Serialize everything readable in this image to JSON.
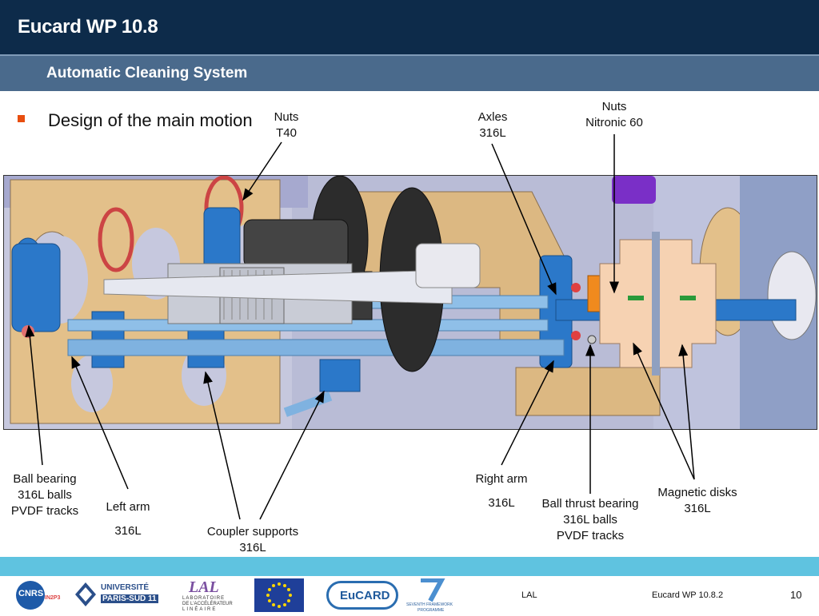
{
  "header": {
    "title": "Eucard WP 10.8",
    "subtitle": "Automatic Cleaning System"
  },
  "content": {
    "bullet": "Design of the main motion"
  },
  "labels": {
    "nuts_t40": {
      "line1": "Nuts",
      "line2": "T40"
    },
    "axles": {
      "line1": "Axles",
      "line2": "316L"
    },
    "nuts_nitronic": {
      "line1": "Nuts",
      "line2": "Nitronic 60"
    },
    "ball_bearing": {
      "line1": "Ball bearing",
      "line2": "316L balls",
      "line3": "PVDF tracks"
    },
    "left_arm": {
      "line1": "Left arm",
      "line2": "316L"
    },
    "coupler": {
      "line1": "Coupler supports",
      "line2": "316L"
    },
    "right_arm": {
      "line1": "Right arm",
      "line2": "316L"
    },
    "thrust": {
      "line1": "Ball thrust bearing",
      "line2": "316L balls",
      "line3": "PVDF tracks"
    },
    "magnetic": {
      "line1": "Magnetic disks",
      "line2": "316L"
    }
  },
  "footer": {
    "left": "LAL",
    "center": "Eucard WP 10.8.2",
    "page": "10"
  },
  "logos": {
    "cnrs": "CNRS",
    "in2p3": "IN2P3",
    "univ_line1": "UNIVERSITÉ",
    "univ_line2": "PARIS-SUD 11",
    "lal_main": "LAL",
    "lal_sub1": "LABORATOIRE",
    "lal_sub2": "DE L'ACCÉLÉRATEUR",
    "lal_sub3": "LINÉAIRE",
    "eucard": "EuCARD",
    "fp7_line1": "SEVENTH FRAMEWORK",
    "fp7_line2": "PROGRAMME"
  },
  "colors": {
    "header": "#0d2b4a",
    "subheader": "#4a6a8c",
    "bullet": "#e84e0f",
    "footer_band": "#5fc3e0"
  }
}
